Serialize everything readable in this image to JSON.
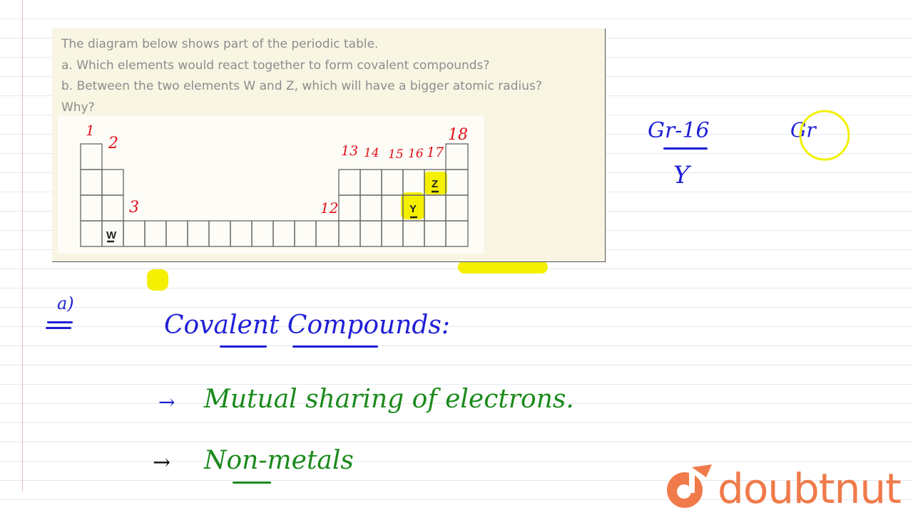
{
  "question": {
    "lines": [
      "The diagram below shows part of the periodic table.",
      "a. Which elements would react together to form covalent compounds?",
      "b. Between the two elements W and Z, which will have a bigger atomic radius?",
      "Why?"
    ]
  },
  "periodic_table": {
    "element_labels": {
      "w": "W",
      "y": "Y",
      "z": "Z"
    },
    "group_labels": {
      "g1": "1",
      "g2": "2",
      "g3": "3",
      "g12": "12",
      "g13": "13",
      "g14": "14",
      "g15": "15",
      "g16": "16",
      "g17": "17",
      "g18": "18"
    },
    "highlight_color": "#f4f000",
    "annotation_color": "#e0101a"
  },
  "side_notes": {
    "group_16_label": "Gr-16",
    "group_16_element": "Y",
    "group_label_2": "Gr"
  },
  "solution": {
    "part_label": "a)",
    "heading": "Covalent Compounds:",
    "points": [
      {
        "arrow": "→",
        "text": "Mutual sharing of electrons."
      },
      {
        "arrow": "→",
        "text": "Non-metals"
      }
    ],
    "colors": {
      "heading": "#1f1fd6",
      "points": "#1b8a1b"
    }
  },
  "brand": {
    "name": "doubtnut",
    "color": "#f07a4a"
  }
}
